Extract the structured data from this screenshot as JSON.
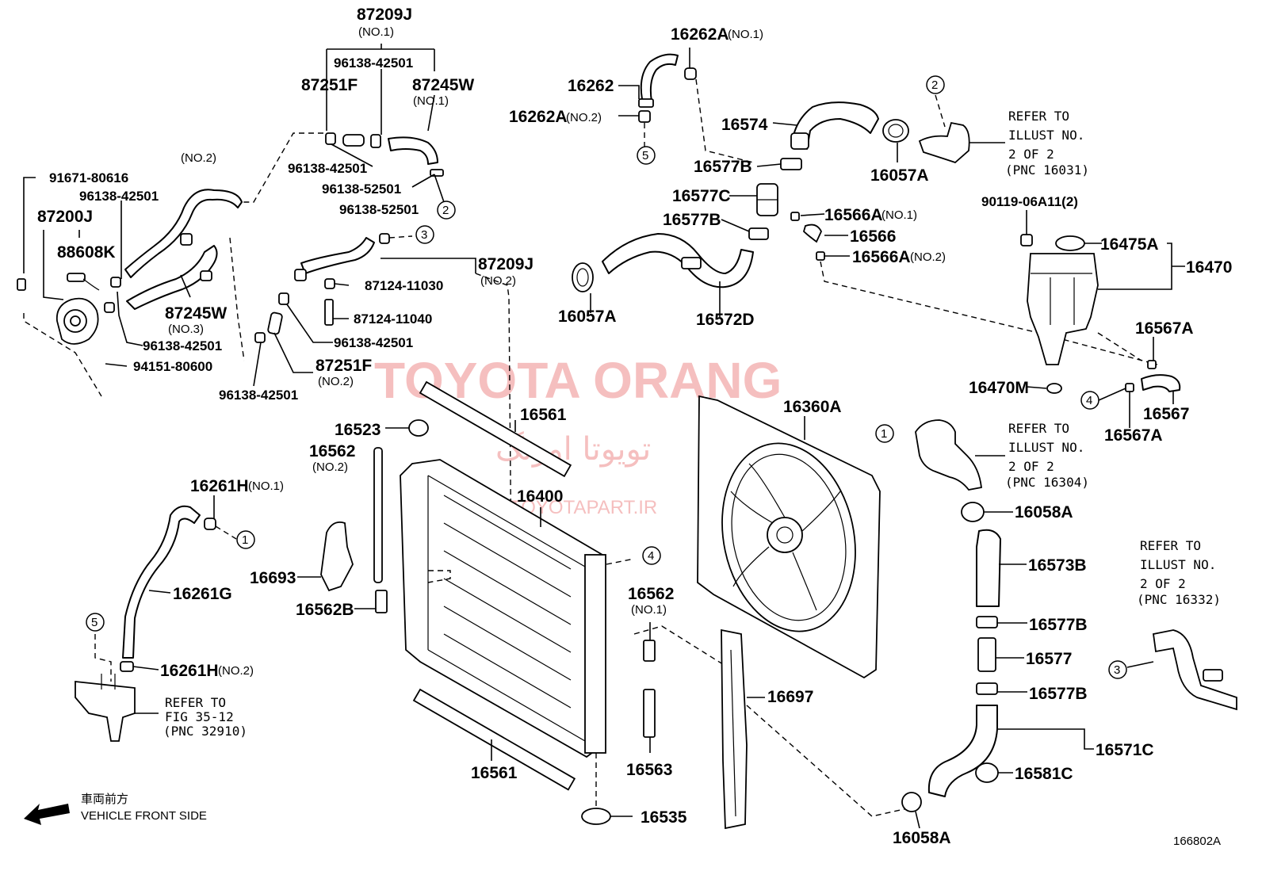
{
  "watermark": {
    "brand": "TOYOTA ORANG",
    "brand_fa": "تویوتا اورنگ",
    "site": "TOYOTAPART.IR"
  },
  "figure_id": "166802A",
  "vehicle_front": {
    "jp": "車両前方",
    "en": "VEHICLE FRONT SIDE"
  },
  "refs": {
    "r16031": [
      "REFER TO",
      "ILLUST NO.",
      "2 OF 2",
      "(PNC 16031)"
    ],
    "r16304": [
      "REFER TO",
      "ILLUST NO.",
      "2 OF 2",
      "(PNC 16304)"
    ],
    "r16332": [
      "REFER TO",
      "ILLUST NO.",
      "2 OF 2",
      "(PNC 16332)"
    ],
    "r32910": [
      "REFER TO",
      "FIG 35-12",
      "(PNC 32910)"
    ]
  },
  "circles": [
    "1",
    "2",
    "3",
    "4",
    "5"
  ],
  "labels": {
    "p87209J": "87209J",
    "p87209J_no1": "(NO.1)",
    "p96138_42501_top": "96138-42501",
    "p87251F": "87251F",
    "p87245W": "87245W",
    "p87245W_no1": "(NO.1)",
    "p96138_42501_b": "96138-42501",
    "p96138_52501_a": "96138-52501",
    "p96138_52501_b": "96138-52501",
    "no2_hose": "(NO.2)",
    "p91671_80616": "91671-80616",
    "p96138_42501_c": "96138-42501",
    "p87200J": "87200J",
    "p88608K": "88608K",
    "p87245W_b": "87245W",
    "p87245W_no3": "(NO.3)",
    "p96138_42501_d": "96138-42501",
    "p94151_80600": "94151-80600",
    "p87209J_b": "87209J",
    "p87209J_no2": "(NO.2)",
    "p87124_11030": "87124-11030",
    "p87124_11040": "87124-11040",
    "p96138_42501_e": "96138-42501",
    "p87251F_b": "87251F",
    "p87251F_no2": "(NO.2)",
    "p96138_42501_f": "96138-42501",
    "p16262A": "16262A",
    "p16262A_no1": "(NO.1)",
    "p16262": "16262",
    "p16262A_b": "16262A",
    "p16262A_no2": "(NO.2)",
    "p16574": "16574",
    "p16577B_a": "16577B",
    "p16577C": "16577C",
    "p16577B_b": "16577B",
    "p16566A": "16566A",
    "p16566A_no1": "(NO.1)",
    "p16566": "16566",
    "p16566A_b": "16566A",
    "p16566A_no2": "(NO.2)",
    "p16057A_a": "16057A",
    "p16057A_b": "16057A",
    "p16572D": "16572D",
    "p90119": "90119-06A11(2)",
    "p16475A": "16475A",
    "p16470": "16470",
    "p16567A_a": "16567A",
    "p16470M": "16470M",
    "p16567": "16567",
    "p16567A_b": "16567A",
    "p16360A": "16360A",
    "p16561_a": "16561",
    "p16523": "16523",
    "p16562": "16562",
    "p16562_no2": "(NO.2)",
    "p16400": "16400",
    "p16261H": "16261H",
    "p16261H_no1": "(NO.1)",
    "p16693": "16693",
    "p16562B": "16562B",
    "p16261G": "16261G",
    "p16261H_b": "16261H",
    "p16261H_no2": "(NO.2)",
    "p16562_b": "16562",
    "p16562_no1": "(NO.1)",
    "p16697": "16697",
    "p16563": "16563",
    "p16561_b": "16561",
    "p16535": "16535",
    "p16058A_a": "16058A",
    "p16573B": "16573B",
    "p16577B_c": "16577B",
    "p16577": "16577",
    "p16577B_d": "16577B",
    "p16571C": "16571C",
    "p16581C": "16581C",
    "p16058A_b": "16058A"
  }
}
